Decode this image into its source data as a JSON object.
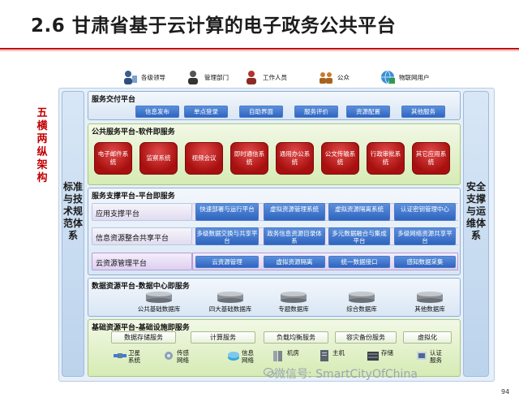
{
  "slide": {
    "title": "2.6 甘肃省基于云计算的电子政务公共平台",
    "page_number": "94",
    "accent_color": "#c00000"
  },
  "users": [
    {
      "icon": "leader-icon",
      "label": "各级领导"
    },
    {
      "icon": "manager-icon",
      "label": "管理部门"
    },
    {
      "icon": "staff-icon",
      "label": "工作人员"
    },
    {
      "icon": "public-icon",
      "label": "公众"
    },
    {
      "icon": "iot-user-icon",
      "label": "物联网用户"
    }
  ],
  "left_label": "五横两纵架构",
  "left_column": "标准与技术规范体系",
  "right_column": "安全支撑与运维体系",
  "service_delivery": {
    "title": "服务交付平台",
    "items": [
      "信息发布",
      "单点登录",
      "自助界面",
      "服务评价",
      "资源配置",
      "其他服务"
    ]
  },
  "public_service": {
    "title": "公共服务平台-软件即服务",
    "items": [
      "电子邮件系统",
      "监察系统",
      "视频会议",
      "即时通信系统",
      "通用办公系统",
      "公文传输系统",
      "行政审批系统",
      "其它应用系统"
    ]
  },
  "service_support": {
    "title": "服务支撑平台-平台即服务",
    "rows": [
      {
        "label": "应用支撑平台",
        "items": [
          "快速部署与运行平台",
          "虚拟资源管理系统",
          "虚拟资源隔离系统",
          "认证密钥管理中心"
        ]
      },
      {
        "label": "信息资源整合共享平台",
        "items": [
          "多级数据交换与共享平台",
          "政务信息资源目录体系",
          "多元数据融合与集成平台",
          "多级网络资源共享平台"
        ]
      },
      {
        "label": "云资源管理平台",
        "items": [
          "云资源管理",
          "虚拟资源隔离",
          "统一数据接口",
          "感知数据采集"
        ]
      }
    ]
  },
  "data_resource": {
    "title": "数据资源平台-数据中心即服务",
    "items": [
      "公共基础数据库",
      "四大基础数据库",
      "专题数据库",
      "综合数据库",
      "其他数据库"
    ]
  },
  "infrastructure": {
    "title": "基础资源平台-基础设施即服务",
    "services": [
      "数据存储服务",
      "计算服务",
      "负载均衡服务",
      "容灾备份服务",
      "虚拟化"
    ],
    "hardware": [
      {
        "icon": "satellite-icon",
        "label": "卫星系统"
      },
      {
        "icon": "sensor-icon",
        "label": "传感网络"
      },
      {
        "icon": "network-icon",
        "label": "信息网络"
      },
      {
        "icon": "server-room-icon",
        "label": "机房"
      },
      {
        "icon": "host-icon",
        "label": "主机"
      },
      {
        "icon": "storage-icon",
        "label": "存储"
      },
      {
        "icon": "auth-service-icon",
        "label": "认证服务"
      }
    ]
  },
  "watermark": "微信号: SmartCityOfChina"
}
